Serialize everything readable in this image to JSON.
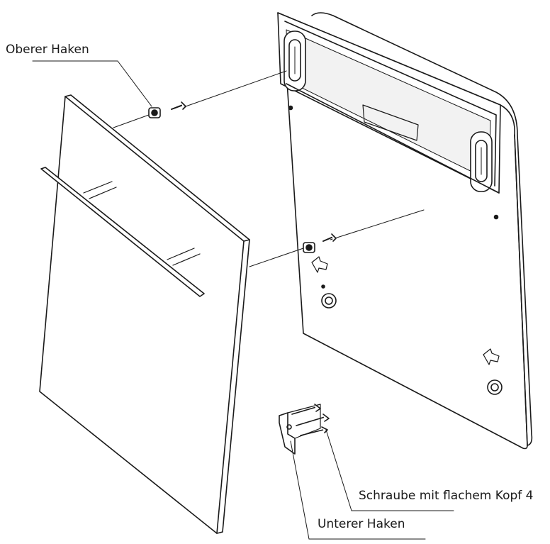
{
  "labels": {
    "upper_hook": "Oberer Haken",
    "flat_head_screw": "Schraube mit flachem Kopf 4",
    "lower_hook": "Unterer Haken"
  },
  "colors": {
    "line": "#1a1a1a",
    "panel_fill": "#ffffff",
    "shade": "#d9d9d9"
  }
}
